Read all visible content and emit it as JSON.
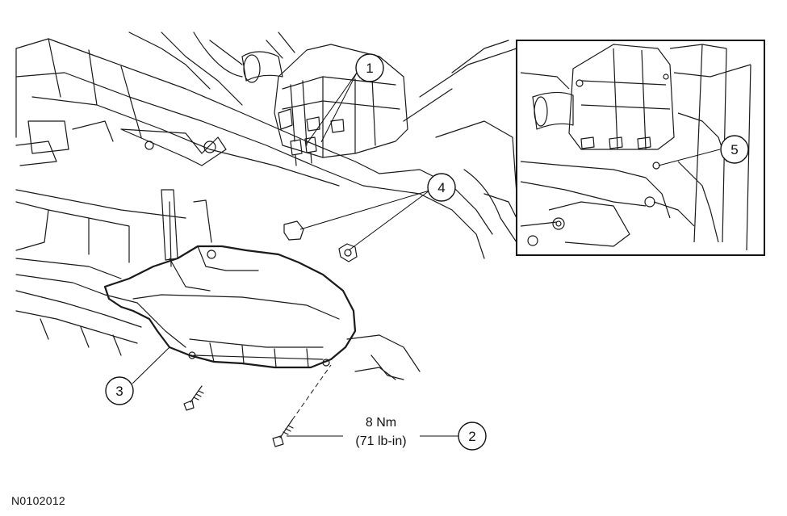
{
  "figure_id": "N0102012",
  "callouts": [
    "1",
    "2",
    "3",
    "4",
    "5"
  ],
  "torque": {
    "metric": "8 Nm",
    "imperial": "(71 lb-in)"
  }
}
